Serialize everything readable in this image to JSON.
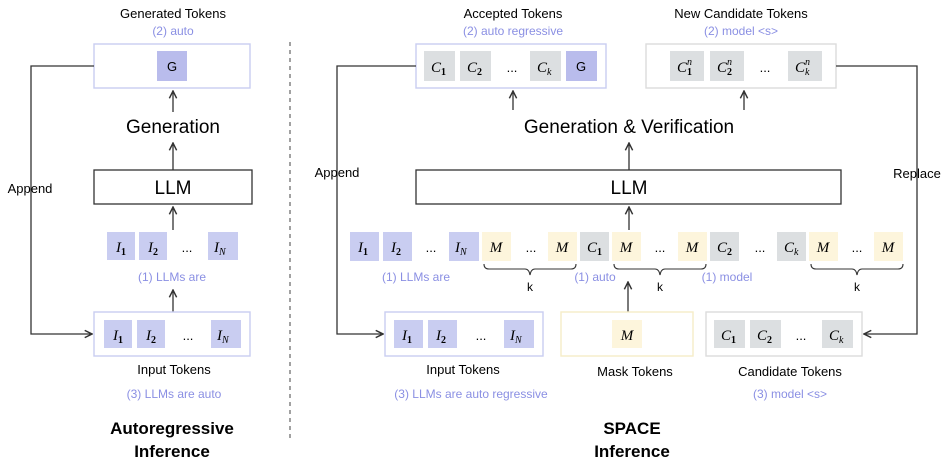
{
  "colors": {
    "input_token": "#c9cdf1",
    "generated_token": "#b9bcec",
    "candidate_token": "#dcdfe1",
    "mask_token": "#fdf5dc",
    "box_border_blue": "#c9cdf1",
    "box_border_gray": "#dcdcdc",
    "box_border_yellow": "#f6ecc7",
    "annotation": "#8a8fe3",
    "line": "#333333"
  },
  "left": {
    "generated_title": "Generated Tokens",
    "generated_note": "(2) auto",
    "generated_token": "G",
    "generation_label": "Generation",
    "llm_label": "LLM",
    "append_label": "Append",
    "mid_tokens": {
      "t1": "I",
      "s1": "1",
      "t2": "I",
      "s2": "2",
      "ellipsis": "...",
      "tn": "I",
      "sn": "N"
    },
    "mid_note": "(1) LLMs are",
    "input_tokens": {
      "t1": "I",
      "s1": "1",
      "t2": "I",
      "s2": "2",
      "ellipsis": "...",
      "tn": "I",
      "sn": "N"
    },
    "input_title": "Input Tokens",
    "input_note": "(3) LLMs are auto",
    "caption_line1": "Autoregressive",
    "caption_line2": "Inference"
  },
  "right": {
    "accepted_title": "Accepted Tokens",
    "accepted_note": "(2) auto regressive",
    "accepted_tokens": {
      "c1": "C",
      "s1": "1",
      "c2": "C",
      "s2": "2",
      "ellipsis": "...",
      "ck": "C",
      "sk": "k",
      "g": "G"
    },
    "new_candidate_title": "New Candidate Tokens",
    "new_candidate_note": "(2) model <s>",
    "new_candidate_tokens": {
      "c1": "C",
      "sup1": "n",
      "s1": "1",
      "c2": "C",
      "sup2": "n",
      "s2": "2",
      "ellipsis": "...",
      "ck": "C",
      "supk": "n",
      "sk": "k"
    },
    "generation_label": "Generation & Verification",
    "llm_label": "LLM",
    "append_label": "Append",
    "replace_label": "Replace",
    "sequence": {
      "i1": "I",
      "i1s": "1",
      "i2": "I",
      "i2s": "2",
      "ellipsis": "...",
      "in": "I",
      "ins": "N",
      "mask": "M",
      "c1": "C",
      "c1s": "1",
      "c2": "C",
      "c2s": "2",
      "ck": "C",
      "cks": "k",
      "brace_label": "k"
    },
    "seq_note_1": "(1) LLMs are",
    "seq_note_2": "(1) auto",
    "seq_note_3": "(1) model",
    "input_tokens": {
      "t1": "I",
      "s1": "1",
      "t2": "I",
      "s2": "2",
      "ellipsis": "...",
      "tn": "I",
      "sn": "N"
    },
    "input_title": "Input Tokens",
    "input_note": "(3) LLMs are auto regressive",
    "mask_token": "M",
    "mask_title": "Mask Tokens",
    "candidate_tokens": {
      "c1": "C",
      "s1": "1",
      "c2": "C",
      "s2": "2",
      "ellipsis": "...",
      "ck": "C",
      "sk": "k"
    },
    "candidate_title": "Candidate Tokens",
    "candidate_note": "(3) model <s>",
    "caption_line1": "SPACE",
    "caption_line2": "Inference"
  }
}
